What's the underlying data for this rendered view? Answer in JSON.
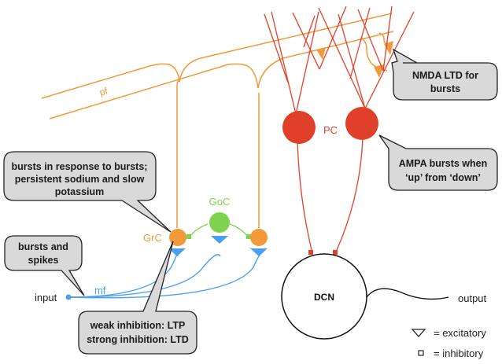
{
  "colors": {
    "granule": "#f2993a",
    "golgi": "#7fd24e",
    "purkinje": "#e0402a",
    "mossy": "#4a9ff0",
    "dcn": "#111111",
    "callout_fill": "#d9d9d9",
    "callout_stroke": "#222222"
  },
  "labels": {
    "pf": "pf",
    "pc": "PC",
    "goc": "GoC",
    "grc": "GrC",
    "mf": "mf",
    "input": "input",
    "output": "output",
    "dcn": "DCN"
  },
  "legend": {
    "excitatory": "= excitatory",
    "inhibitory": "= inhibitory"
  },
  "callouts": {
    "grc_bursts": [
      "bursts in response to bursts;",
      "persistent sodium and slow",
      "potassium"
    ],
    "input_bursts": [
      "bursts and",
      "spikes"
    ],
    "inhibition": [
      "weak inhibition: LTP",
      "strong inhibition: LTD"
    ],
    "nmda": [
      "NMDA LTD for",
      "bursts"
    ],
    "ampa": [
      "AMPA bursts when",
      "‘up’  from ‘down’"
    ]
  }
}
